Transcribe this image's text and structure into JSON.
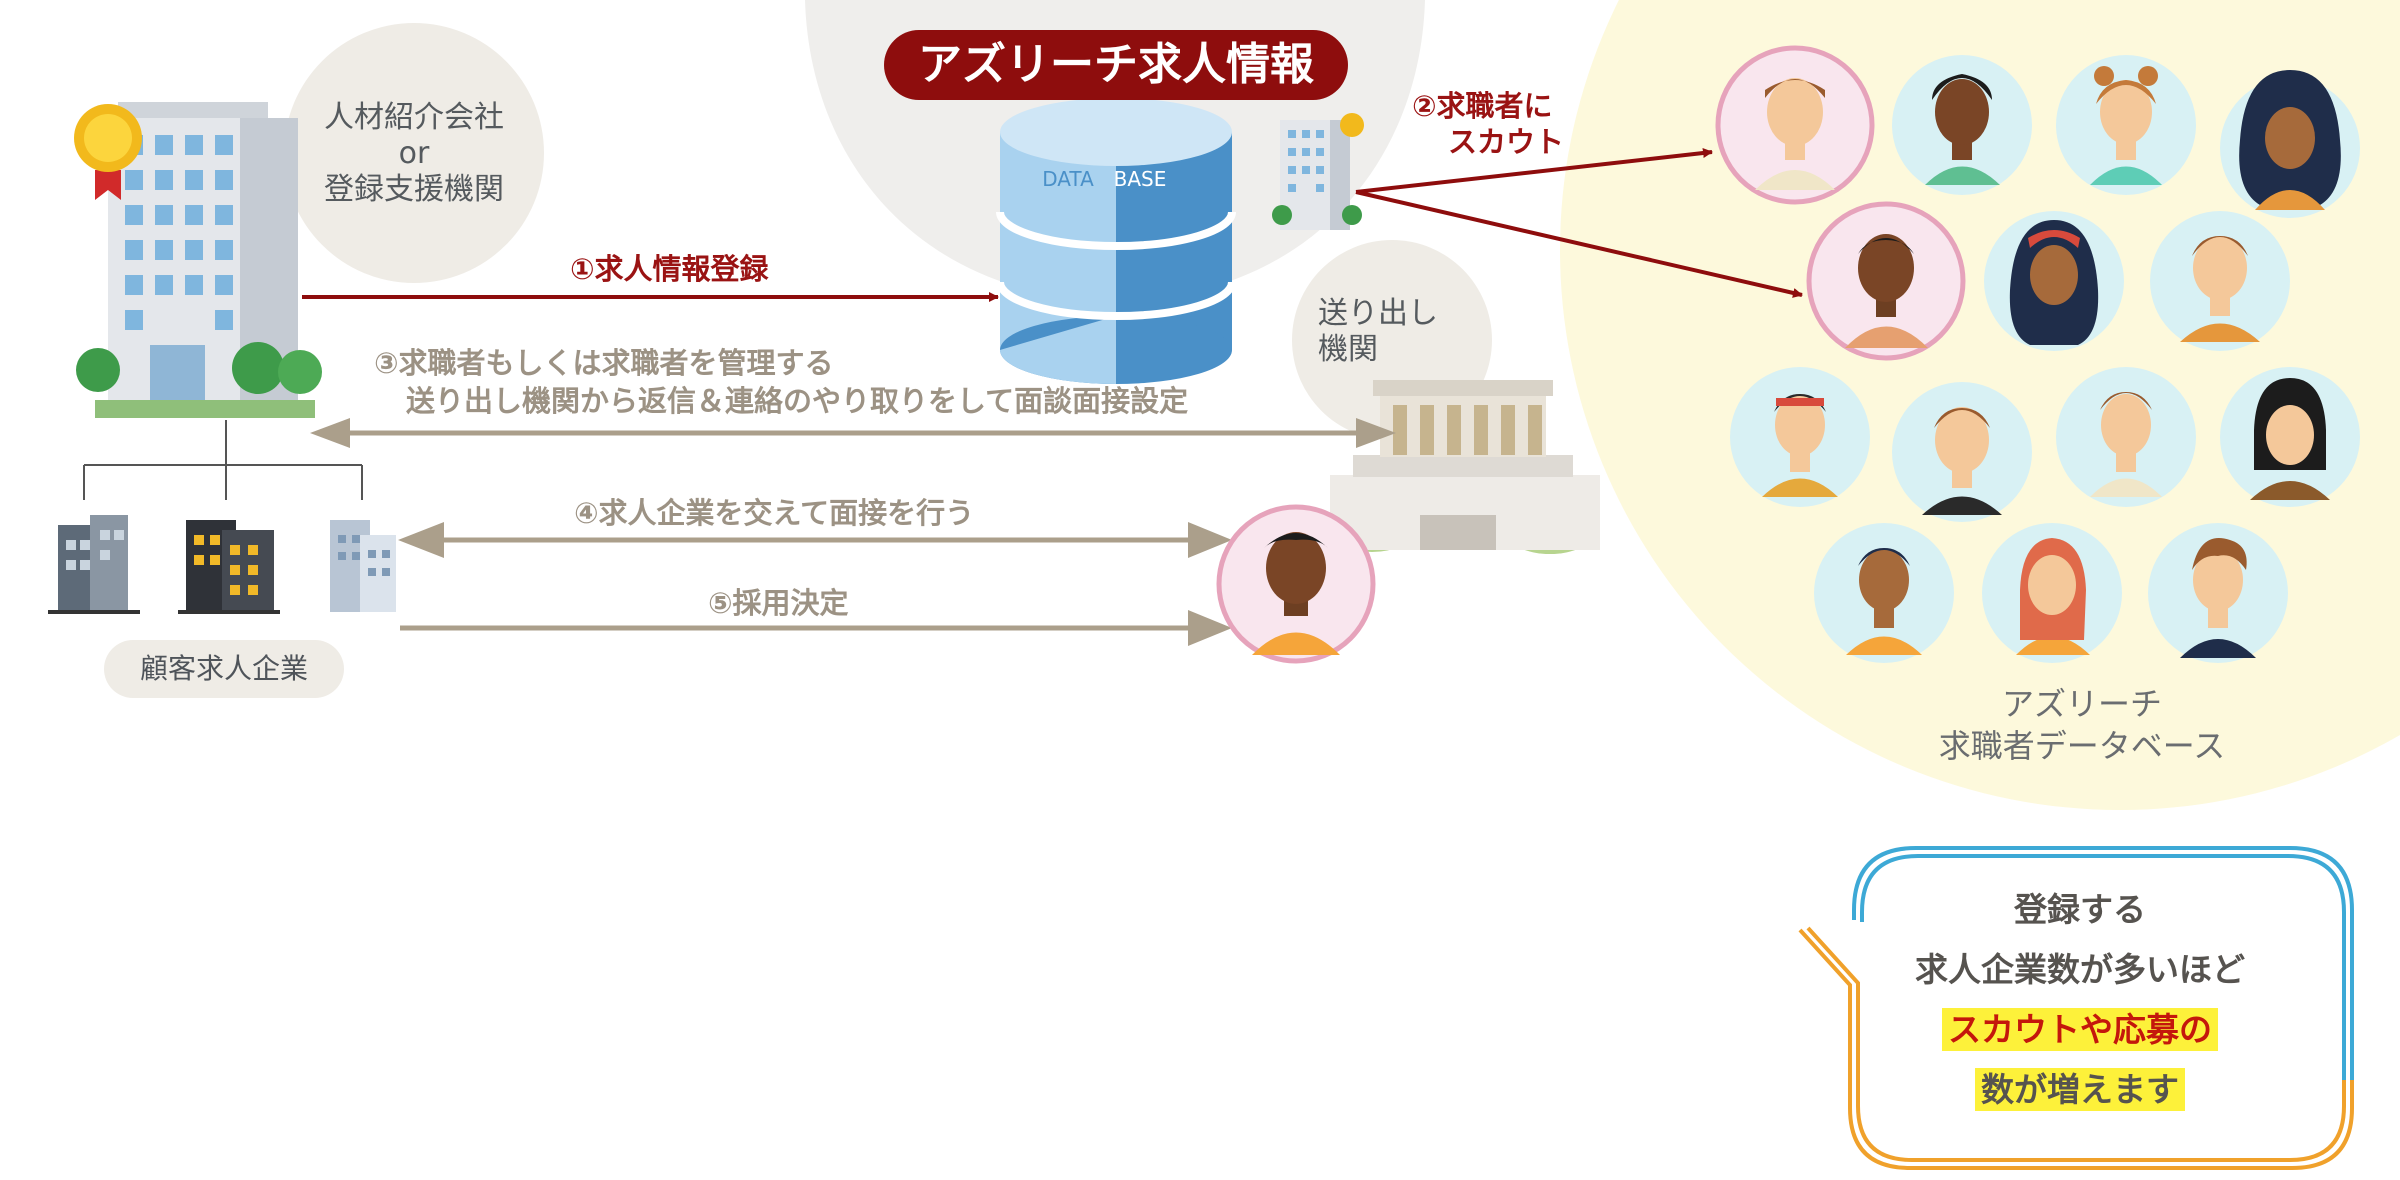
{
  "title": "アズリーチ求人情報",
  "database_label": {
    "left": "DATA",
    "right": "BASE"
  },
  "agency_label": [
    "人材紹介会社",
    "or",
    "登録支援機関"
  ],
  "sending_org_label": [
    "送り出し",
    "機関"
  ],
  "client_label": "顧客求人企業",
  "seeker_db_label": [
    "アズリーチ",
    "求職者データベース"
  ],
  "steps": {
    "step1": "①求人情報登録",
    "step2": [
      "②求職者に",
      "スカウト"
    ],
    "step3": [
      "③求職者もしくは求職者を管理する",
      "送り出し機関から返信＆連絡のやり取りをして面談面接設定"
    ],
    "step4": "④求人企業を交えて面接を行う",
    "step5": "⑤採用決定"
  },
  "note": {
    "line1": "登録する",
    "line2": "求人企業数が多いほど",
    "line3": "スカウトや応募の",
    "line4": "数が増えます"
  },
  "colors": {
    "accent_red": "#8e0d0d",
    "arrow_tan": "#ab9f8b",
    "db_blue": "#4a90c8",
    "seeker_bg": "#fdf9dc",
    "highlight_yellow": "#fdf13a"
  }
}
